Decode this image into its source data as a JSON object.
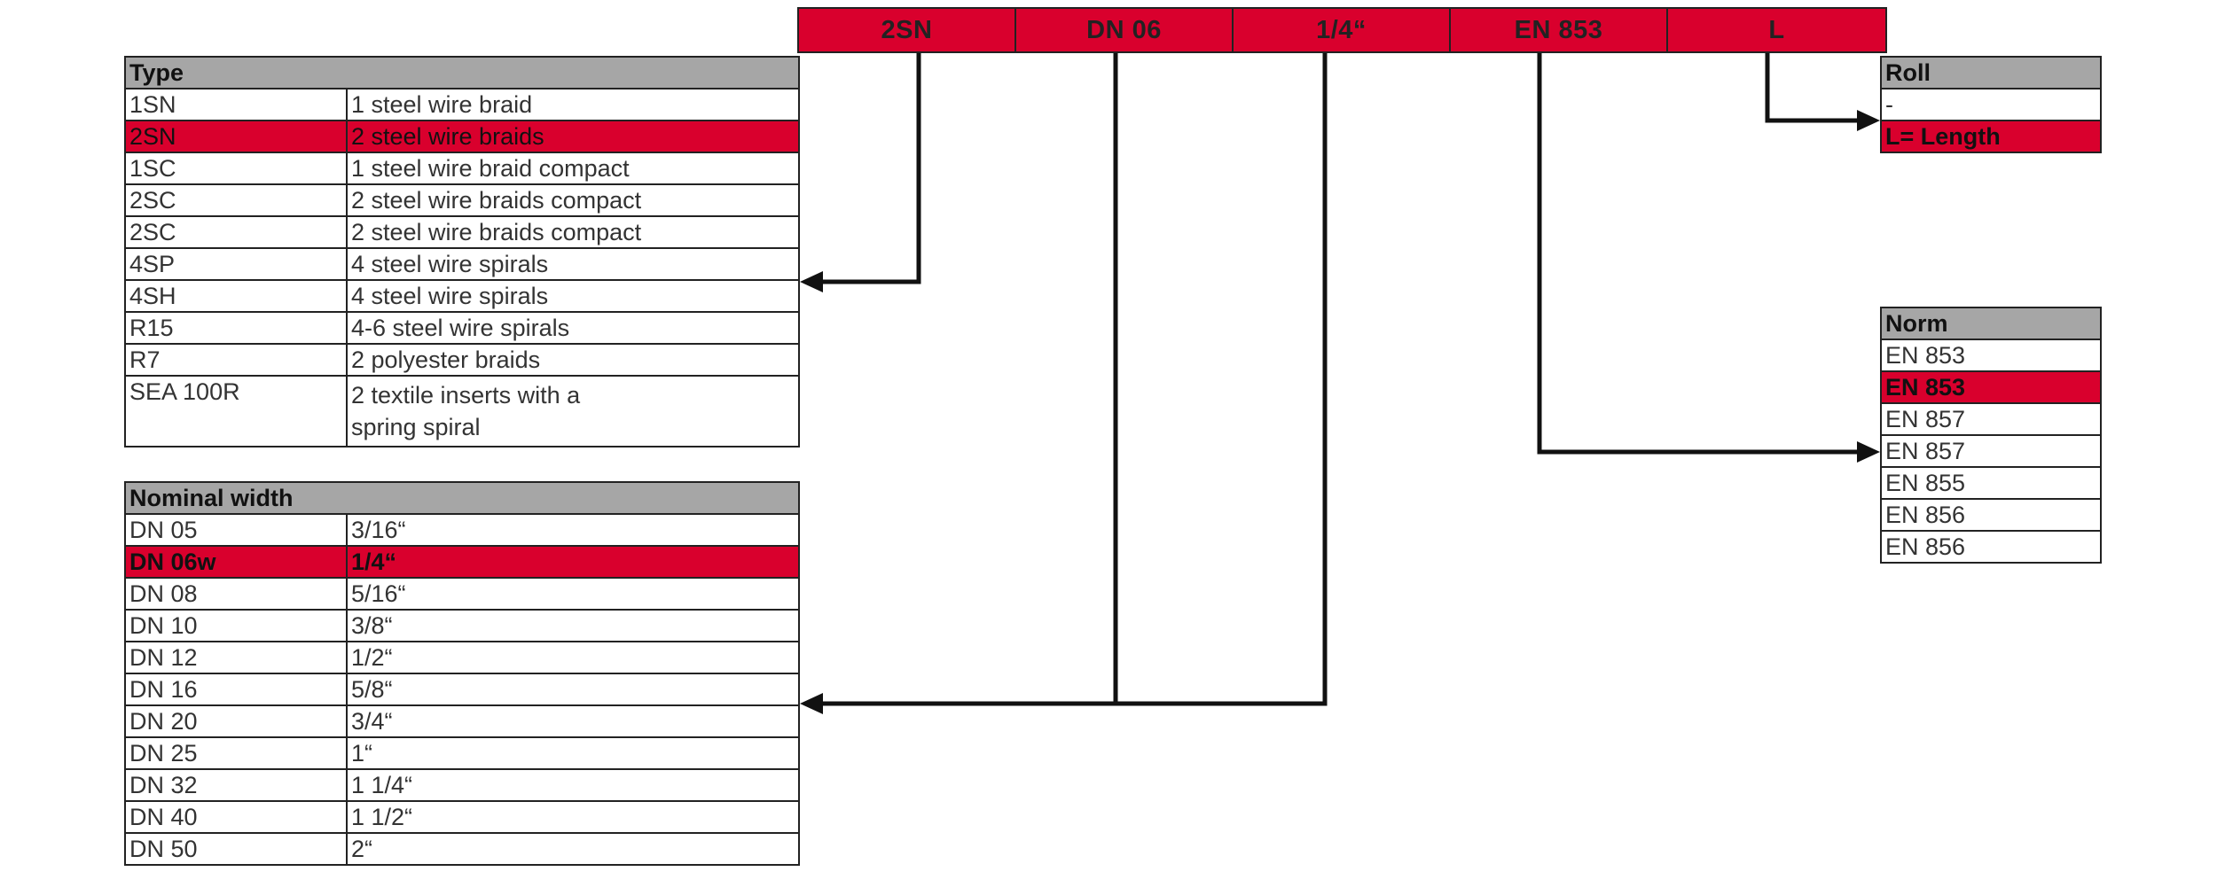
{
  "code_bar": [
    "2SN",
    "DN 06",
    "1/4“",
    "EN 853",
    "L"
  ],
  "type_table": {
    "header": "Type",
    "rows": [
      {
        "code": "1SN",
        "desc": "1 steel wire braid"
      },
      {
        "code": "2SN",
        "desc": "2 steel wire braids",
        "selected": true
      },
      {
        "code": "1SC",
        "desc": "1 steel wire braid compact"
      },
      {
        "code": "2SC",
        "desc": "2 steel wire braids compact"
      },
      {
        "code": "2SC",
        "desc": "2 steel wire braids compact"
      },
      {
        "code": "4SP",
        "desc": "4 steel wire spirals"
      },
      {
        "code": "4SH",
        "desc": "4 steel wire spirals"
      },
      {
        "code": "R15",
        "desc": "4-6 steel wire spirals"
      },
      {
        "code": "R7",
        "desc": "2 polyester braids"
      },
      {
        "code": "SEA 100R",
        "desc": "2 textile inserts with a spring spiral"
      }
    ]
  },
  "width_table": {
    "header": "Nominal width",
    "rows": [
      {
        "code": "DN 05",
        "size": "3/16“"
      },
      {
        "code": "DN 06w",
        "size": "1/4“",
        "selected": true
      },
      {
        "code": "DN 08",
        "size": "5/16“"
      },
      {
        "code": "DN 10",
        "size": "3/8“"
      },
      {
        "code": "DN 12",
        "size": "1/2“"
      },
      {
        "code": "DN 16",
        "size": "5/8“"
      },
      {
        "code": "DN 20",
        "size": "3/4“"
      },
      {
        "code": "DN 25",
        "size": "1“"
      },
      {
        "code": "DN 32",
        "size": "1 1/4“"
      },
      {
        "code": "DN 40",
        "size": "1 1/2“"
      },
      {
        "code": "DN 50",
        "size": "2“"
      }
    ]
  },
  "roll_table": {
    "header": "Roll",
    "rows": [
      {
        "value": "-"
      },
      {
        "value": "L= Length",
        "selected": true
      }
    ]
  },
  "norm_table": {
    "header": "Norm",
    "rows": [
      {
        "value": "EN 853"
      },
      {
        "value": "EN 853",
        "selected": true
      },
      {
        "value": "EN 857"
      },
      {
        "value": "EN 857"
      },
      {
        "value": "EN 855"
      },
      {
        "value": "EN 856"
      },
      {
        "value": "EN 856"
      }
    ]
  },
  "colors": {
    "highlight": "#d9002d",
    "header_bg": "#a6a6a6",
    "line": "#111111"
  }
}
